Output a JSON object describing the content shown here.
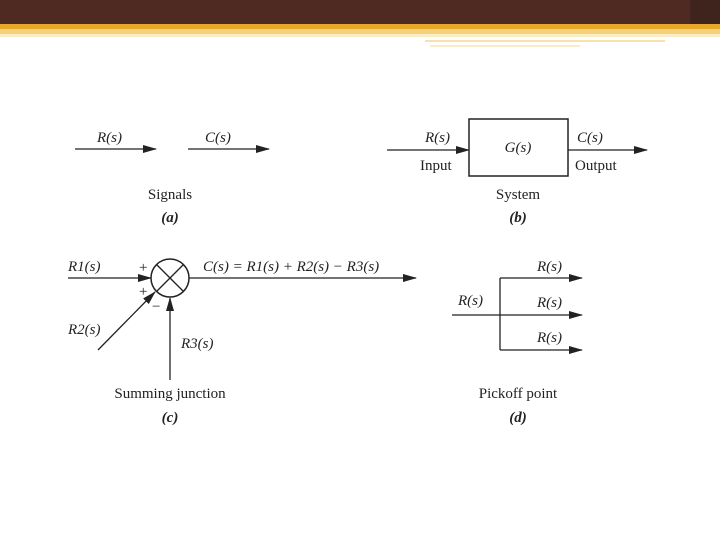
{
  "panel_a": {
    "signal_r": "R(s)",
    "signal_c": "C(s)",
    "caption": "Signals",
    "tag": "(a)"
  },
  "panel_b": {
    "input_signal": "R(s)",
    "input_label": "Input",
    "block": "G(s)",
    "output_signal": "C(s)",
    "output_label": "Output",
    "caption": "System",
    "tag": "(b)"
  },
  "panel_c": {
    "input_r1": "R1(s)",
    "input_r2": "R2(s)",
    "input_r3": "R3(s)",
    "sign_r1": "+",
    "sign_r2": "+",
    "sign_r3": "−",
    "output_equation": "C(s) = R1(s) + R2(s) − R3(s)",
    "caption": "Summing junction",
    "tag": "(c)"
  },
  "panel_d": {
    "input": "R(s)",
    "output_1": "R(s)",
    "output_2": "R(s)",
    "output_3": "R(s)",
    "caption": "Pickoff point",
    "tag": "(d)"
  }
}
